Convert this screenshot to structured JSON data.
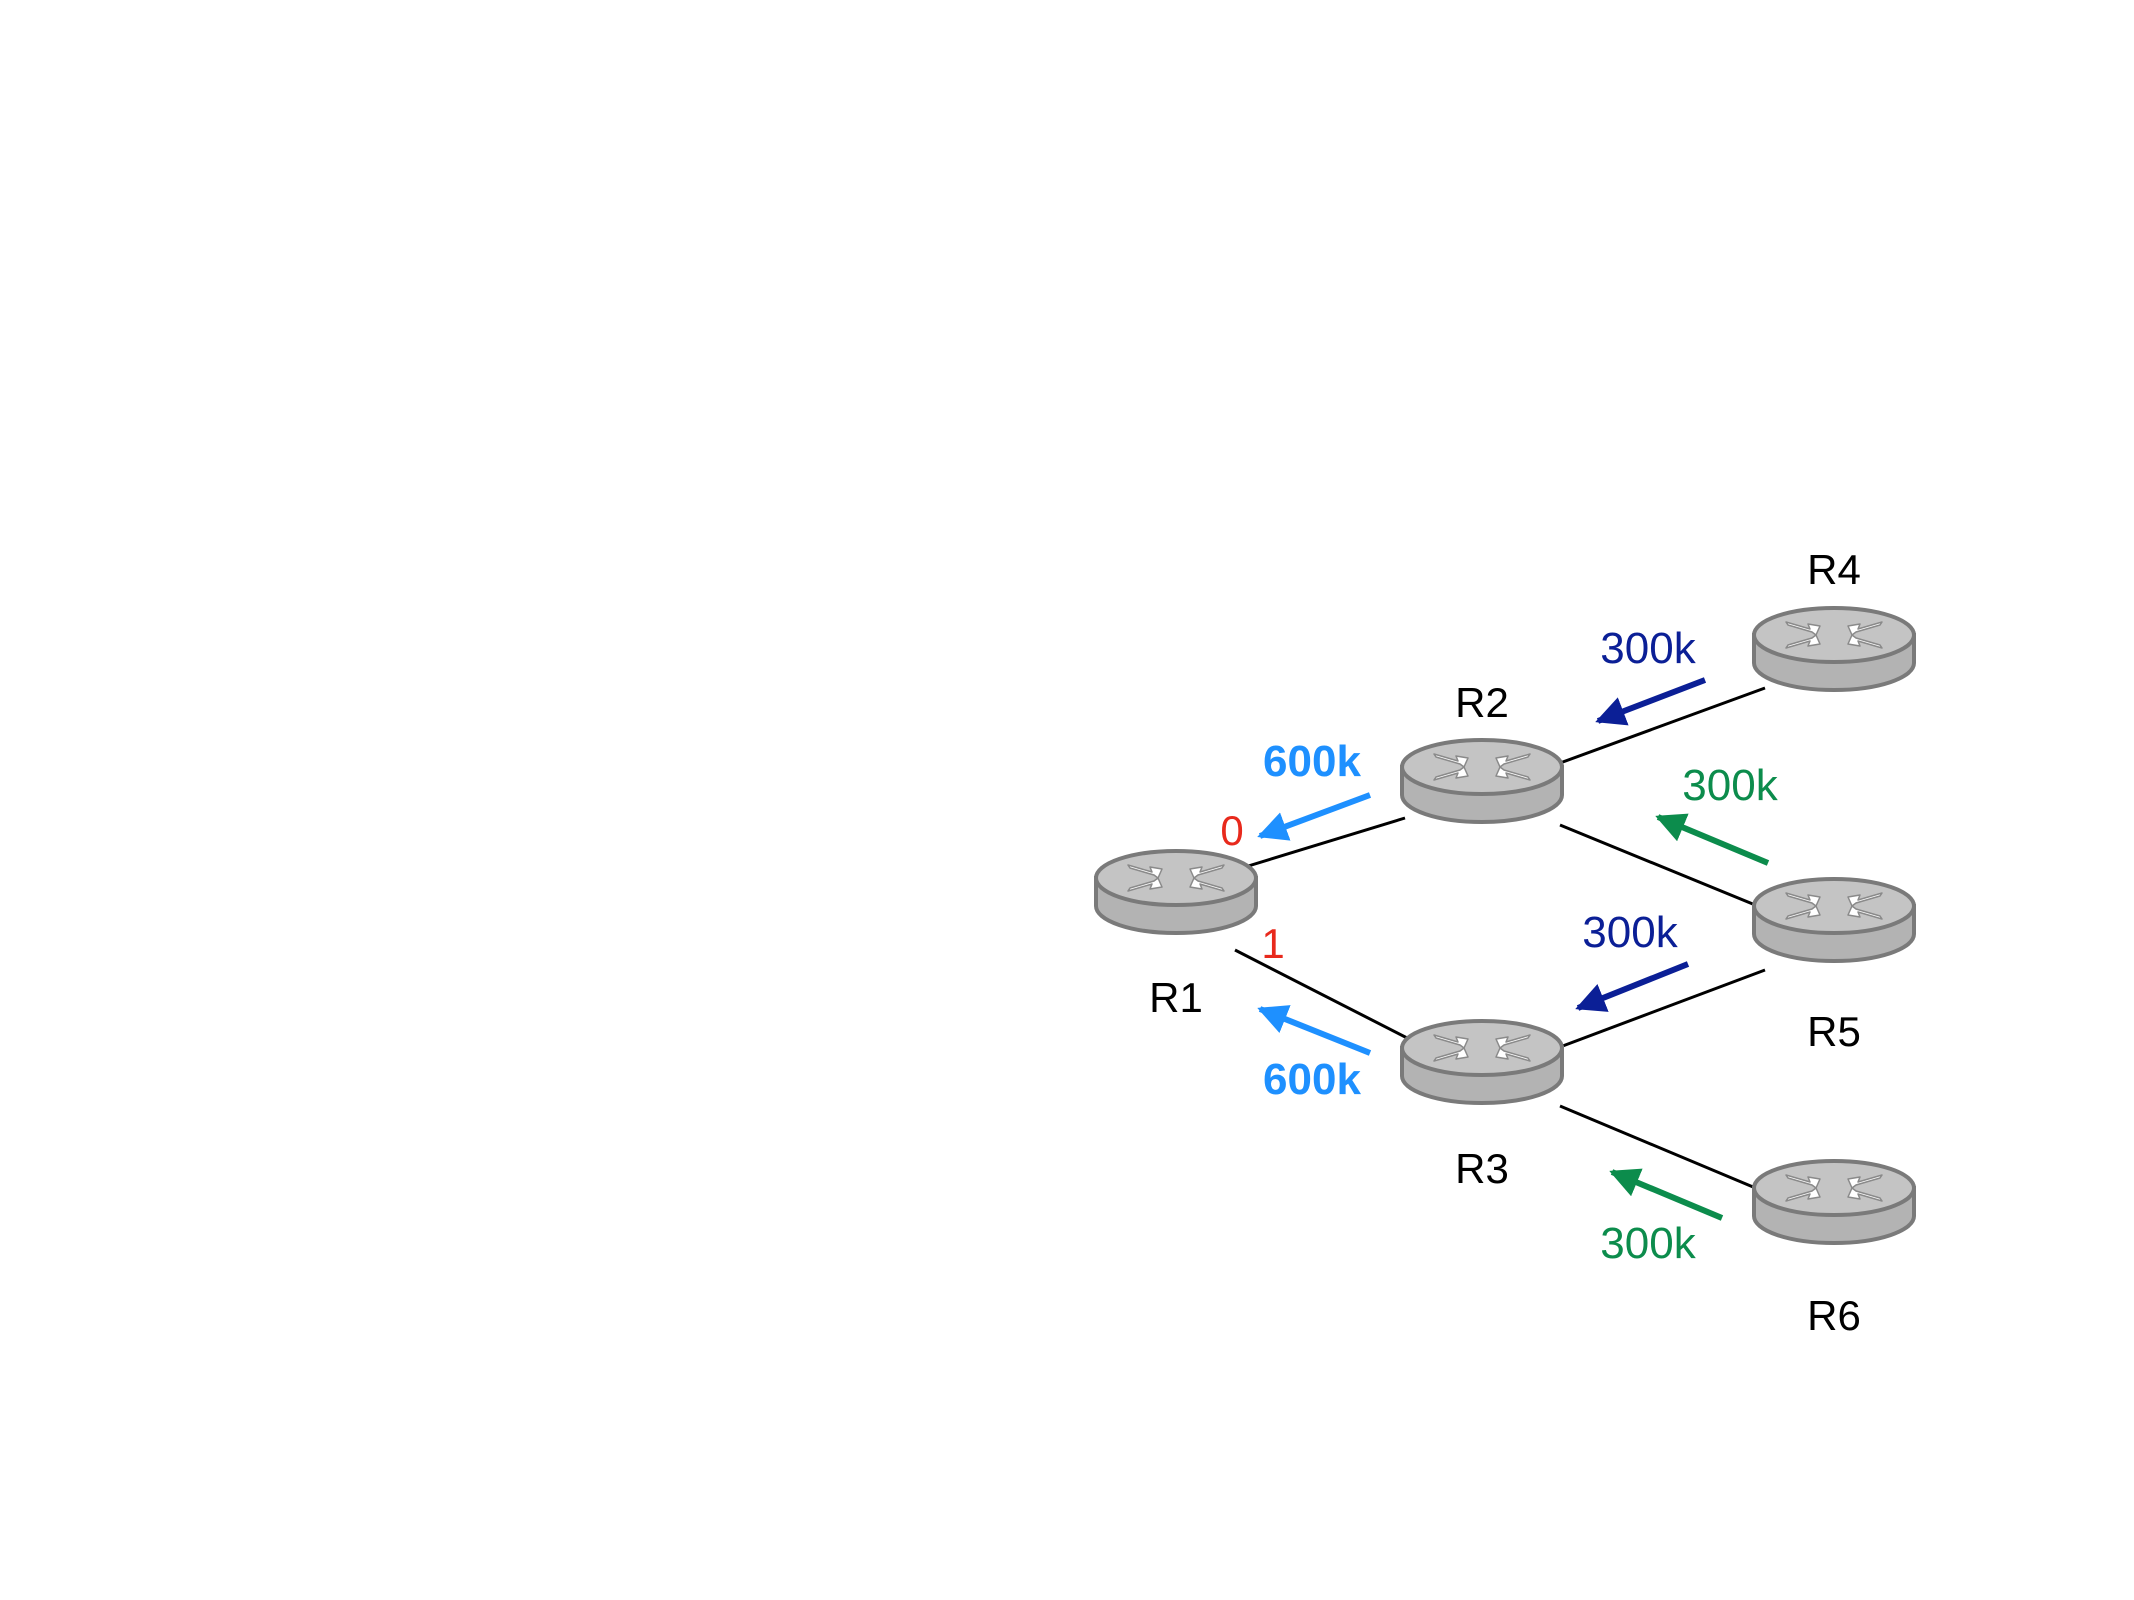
{
  "routers": {
    "r1": {
      "label": "R1"
    },
    "r2": {
      "label": "R2"
    },
    "r3": {
      "label": "R3"
    },
    "r4": {
      "label": "R4"
    },
    "r5": {
      "label": "R5"
    },
    "r6": {
      "label": "R6"
    }
  },
  "ports": {
    "r1_up": "0",
    "r1_down": "1"
  },
  "traffic": {
    "r4_to_r2": "300k",
    "r5_to_r2": "300k",
    "r5_to_r3": "300k",
    "r6_to_r3": "300k",
    "r2_to_r1": "600k",
    "r3_to_r1": "600k"
  },
  "colors": {
    "dark_blue": "#0b1f96",
    "green": "#0c8c4c",
    "light_blue": "#1e90ff",
    "port_red": "#e8291c",
    "router_body": "#b3b3b3",
    "router_outline": "#7a7a7a"
  },
  "icons": {
    "router": "router-icon"
  }
}
